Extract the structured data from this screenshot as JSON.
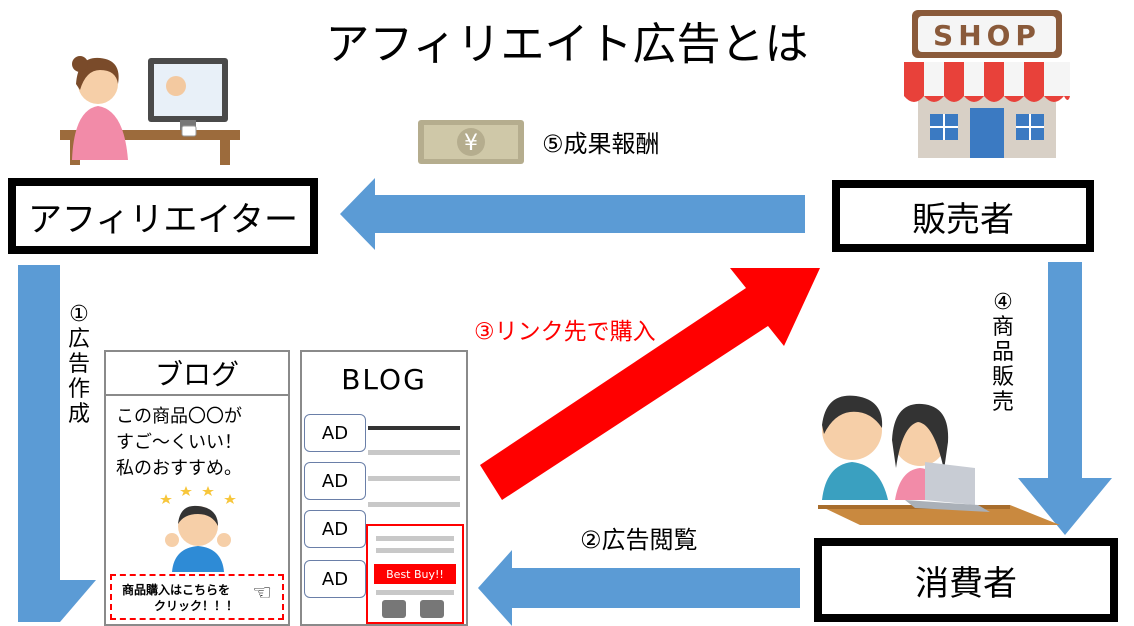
{
  "title": "アフィリエイト広告とは",
  "nodes": {
    "affiliate": "アフィリエイター",
    "seller": "販売者",
    "consumer": "消費者"
  },
  "steps": {
    "step1": "①広告作成",
    "step2": "②広告閲覧",
    "step3": "③リンク先で購入",
    "step4": "④商品販売",
    "step5": "⑤成果報酬"
  },
  "money_symbol": "¥",
  "shop_sign": "SHOP",
  "blog_jp": {
    "header": "ブログ",
    "lines": [
      "この商品〇〇が",
      "すご～くいい！",
      "私のおすすめ。"
    ],
    "click_text_1": "商品購入はこちらを",
    "click_text_2": "クリック！！！"
  },
  "blog_en": {
    "header": "BLOG",
    "ad_label": "AD",
    "buy_button": "Best Buy!!"
  },
  "colors": {
    "arrow_blue": "#5b9bd5",
    "arrow_red": "#ff0000",
    "text_red": "#ff0000"
  }
}
